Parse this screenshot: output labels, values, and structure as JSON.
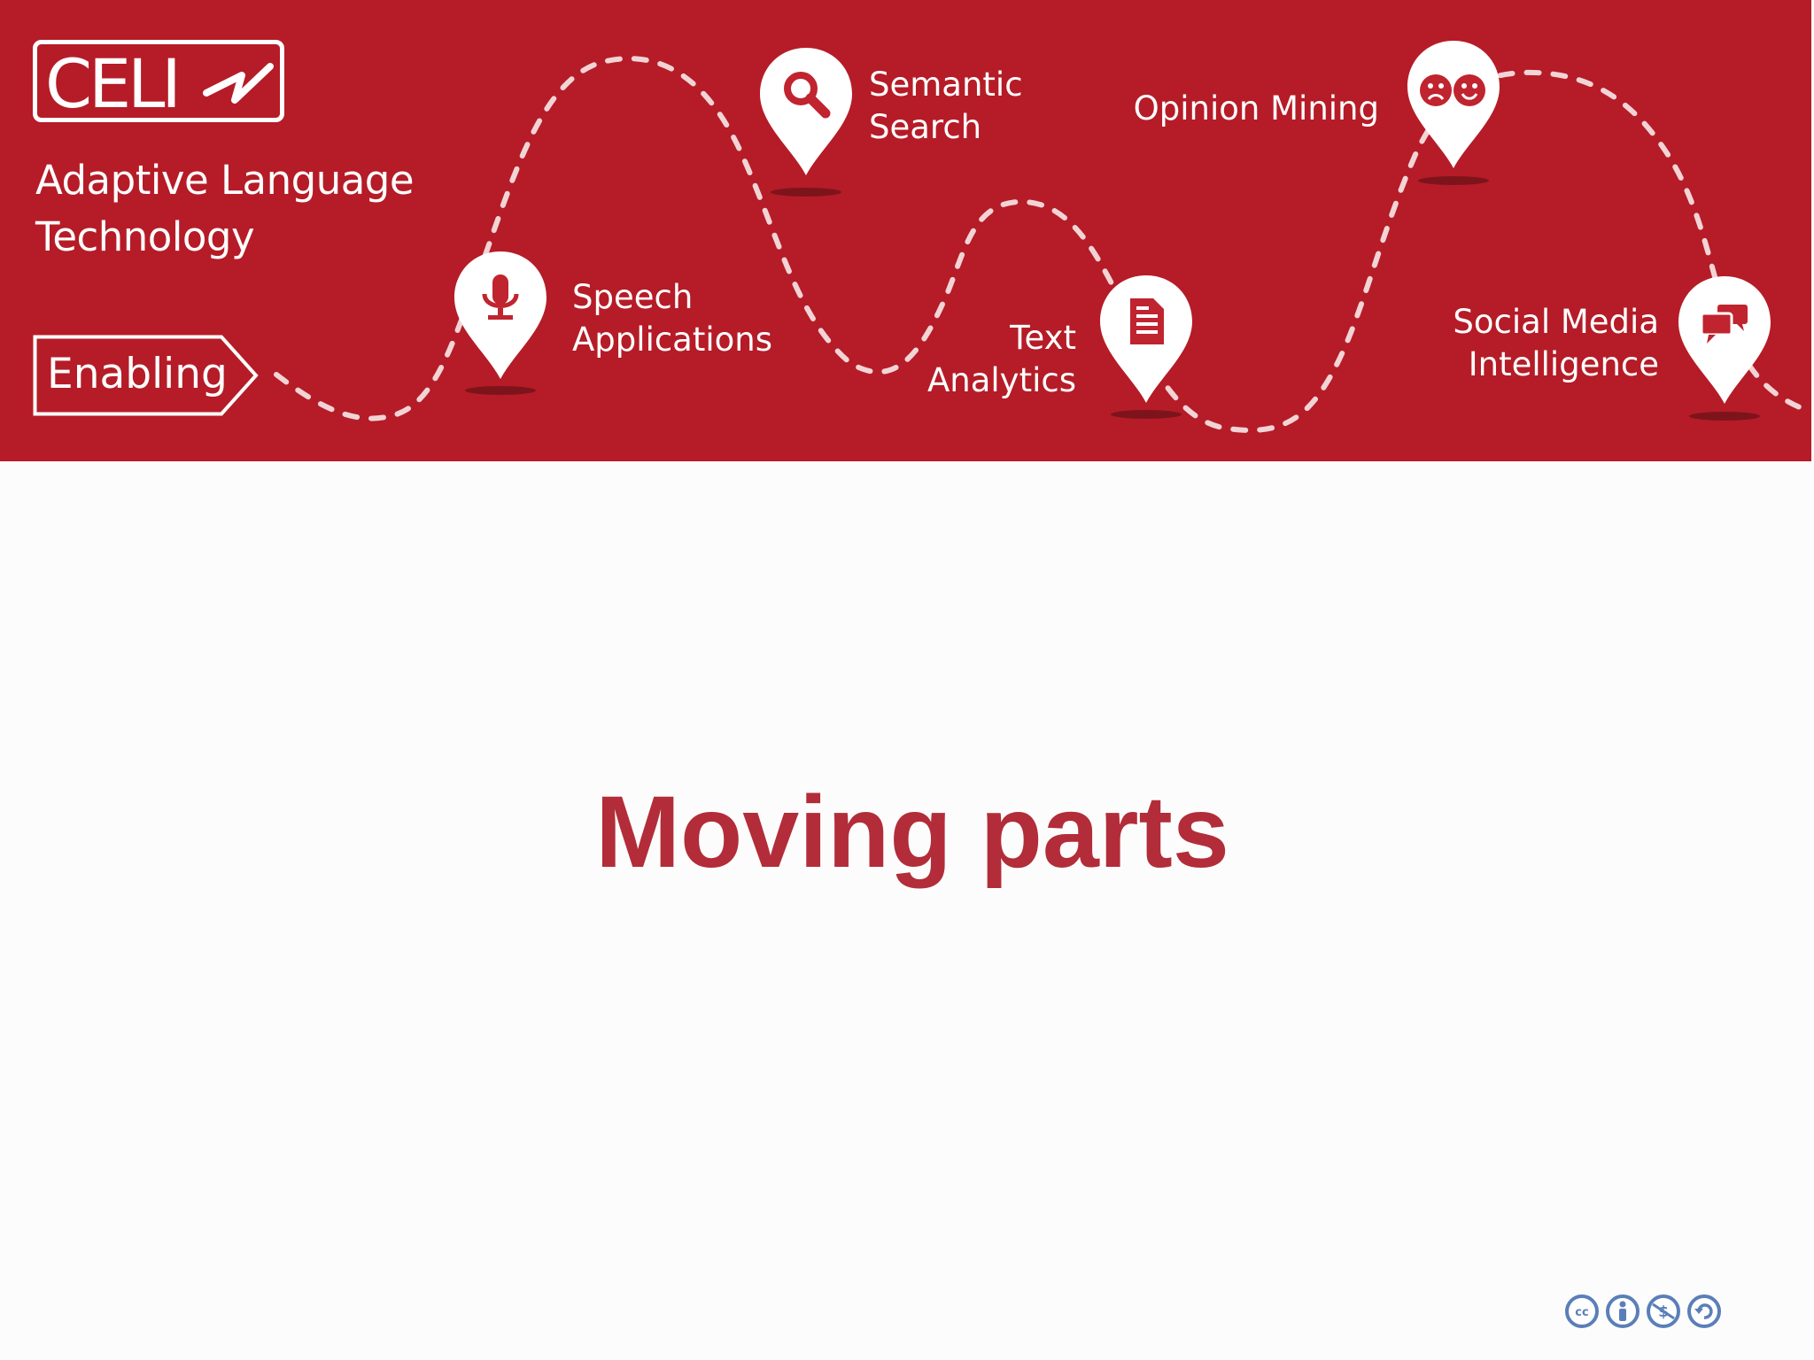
{
  "banner": {
    "logo_text": "CELI",
    "tagline": [
      "Adaptive Language",
      "Technology"
    ],
    "start_label": "Enabling",
    "features": [
      {
        "lines": [
          "Speech",
          "Applications"
        ],
        "icon": "microphone-icon"
      },
      {
        "lines": [
          "Semantic",
          "Search"
        ],
        "icon": "magnifier-icon"
      },
      {
        "lines": [
          "Text",
          "Analytics"
        ],
        "icon": "document-icon"
      },
      {
        "lines": [
          "Opinion Mining"
        ],
        "icon": "sad-happy-faces-icon"
      },
      {
        "lines": [
          "Social Media",
          "Intelligence"
        ],
        "icon": "speech-bubbles-icon"
      }
    ]
  },
  "slide": {
    "title": "Moving parts"
  },
  "license": {
    "badge_icons": [
      "creative-commons-icon",
      "attribution-icon",
      "noncommercial-icon",
      "sharealike-icon"
    ]
  },
  "colors": {
    "banner_red": "#b51c27",
    "title_red": "#b22d39",
    "license_blue": "#5a7fb8",
    "background": "#fdfcfc"
  }
}
